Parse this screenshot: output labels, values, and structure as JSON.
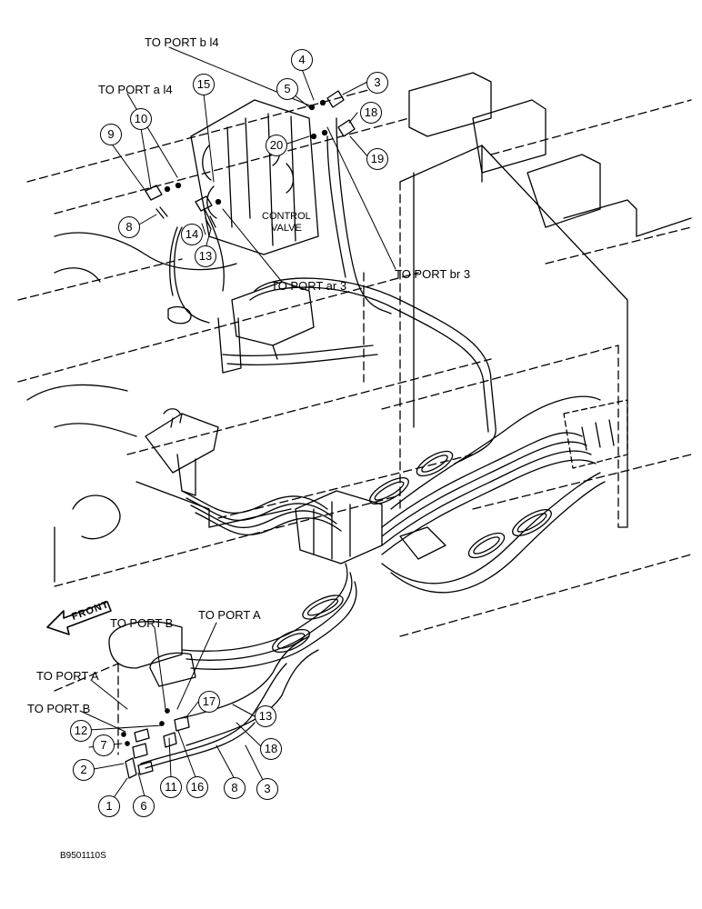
{
  "labels": {
    "port_bl4": "TO PORT b l4",
    "port_al4": "TO PORT a l4",
    "port_ar3": "TO PORT ar 3",
    "port_br3": "TO PORT br 3",
    "control_valve_1": "CONTROL",
    "control_valve_2": "VALVE",
    "port_b_upper": "TO PORT B",
    "port_a_upper": "TO PORT A",
    "port_a_left": "TO PORT A",
    "port_b_left": "TO PORT B",
    "front": "FRONT",
    "figure_id": "B9501110S"
  },
  "callouts": {
    "c4": "4",
    "c5": "5",
    "c3_top": "3",
    "c18_top": "18",
    "c20": "20",
    "c19": "19",
    "c15": "15",
    "c10": "10",
    "c9": "9",
    "c8_top": "8",
    "c14": "14",
    "c13_top": "13",
    "c17": "17",
    "c12": "12",
    "c7": "7",
    "c2": "2",
    "c1": "1",
    "c6": "6",
    "c11": "11",
    "c16": "16",
    "c8_bot": "8",
    "c3_bot": "3",
    "c18_bot": "18",
    "c13_bot": "13"
  }
}
